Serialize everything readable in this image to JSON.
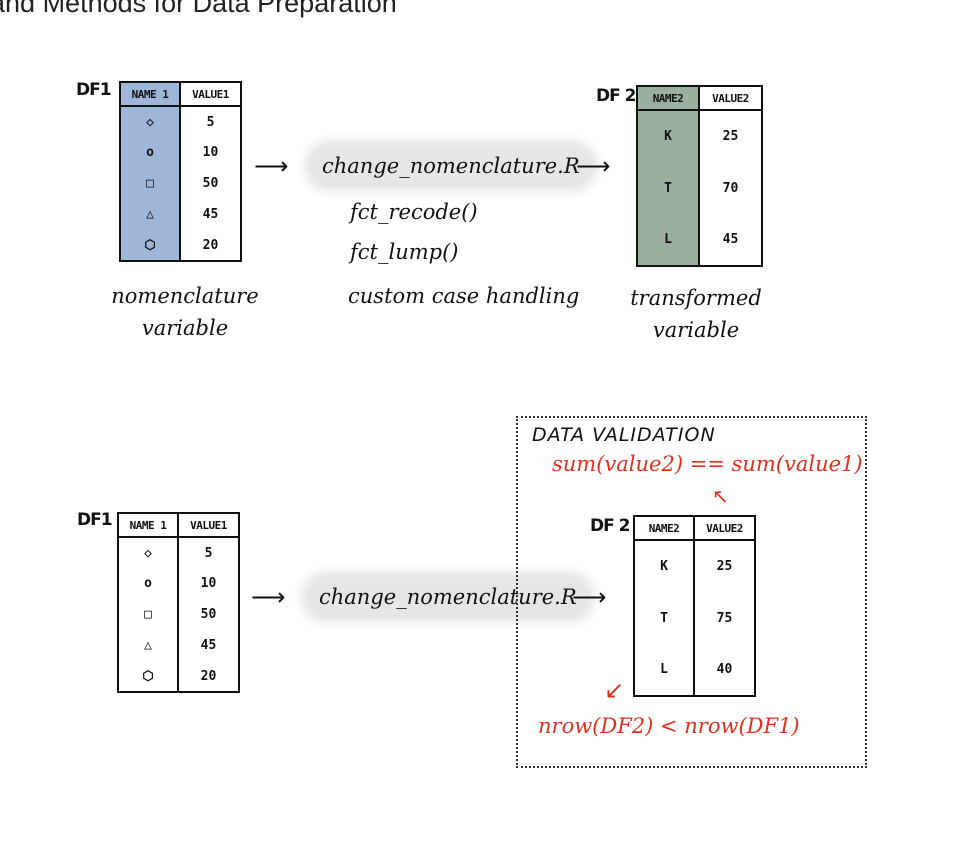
{
  "title": "es and Methods for Data Preparation",
  "top": {
    "df1": {
      "label": "DF1",
      "headers": [
        "NAME 1",
        "VALUE1"
      ],
      "rows": [
        {
          "shape": "diamond-icon",
          "glyph": "◇",
          "value": "5"
        },
        {
          "shape": "circle-icon",
          "glyph": "o",
          "value": "10"
        },
        {
          "shape": "square-icon",
          "glyph": "□",
          "value": "50"
        },
        {
          "shape": "triangle-icon",
          "glyph": "△",
          "value": "45"
        },
        {
          "shape": "hexagon-icon",
          "glyph": "⬡",
          "value": "20"
        }
      ],
      "caption_line1": "nomenclature",
      "caption_line2": "variable"
    },
    "script": "change_nomenclature.R",
    "functions": [
      "fct_recode()",
      "fct_lump()",
      "custom case handling"
    ],
    "df2": {
      "label": "DF 2",
      "headers": [
        "NAME2",
        "VALUE2"
      ],
      "rows": [
        {
          "name": "K",
          "value": "25"
        },
        {
          "name": "T",
          "value": "70"
        },
        {
          "name": "L",
          "value": "45"
        }
      ],
      "caption_line1": "transformed",
      "caption_line2": "variable"
    }
  },
  "bottom": {
    "df1": {
      "label": "DF1",
      "headers": [
        "NAME 1",
        "VALUE1"
      ],
      "rows": [
        {
          "shape": "diamond-icon",
          "glyph": "◇",
          "value": "5"
        },
        {
          "shape": "circle-icon",
          "glyph": "o",
          "value": "10"
        },
        {
          "shape": "square-icon",
          "glyph": "□",
          "value": "50"
        },
        {
          "shape": "triangle-icon",
          "glyph": "△",
          "value": "45"
        },
        {
          "shape": "hexagon-icon",
          "glyph": "⬡",
          "value": "20"
        }
      ]
    },
    "script": "change_nomenclature.R",
    "validation": {
      "heading": "DATA VALIDATION",
      "check_sum": "sum(value2) == sum(value1)",
      "check_rows": "nrow(DF2) < nrow(DF1)"
    },
    "df2": {
      "label": "DF 2",
      "headers": [
        "NAME2",
        "VALUE2"
      ],
      "rows": [
        {
          "name": "K",
          "value": "25"
        },
        {
          "name": "T",
          "value": "75"
        },
        {
          "name": "L",
          "value": "40"
        }
      ]
    }
  },
  "colors": {
    "df1_name_col": "#9eb7d9",
    "df2_name_col": "#9aaf9d",
    "validation_red": "#e0301e",
    "script_bg": "#e6e6e6"
  }
}
